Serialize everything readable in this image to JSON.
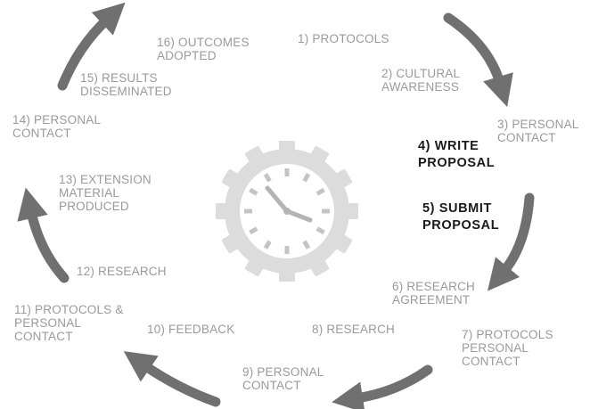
{
  "steps": [
    {
      "id": "s1",
      "lines": [
        "1) PROTOCOLS"
      ]
    },
    {
      "id": "s2",
      "lines": [
        "2) CULTURAL",
        "AWARENESS"
      ]
    },
    {
      "id": "s3",
      "lines": [
        "3) PERSONAL",
        "CONTACT"
      ]
    },
    {
      "id": "s4",
      "lines": [
        "4) WRITE",
        "PROPOSAL"
      ],
      "emphasis": true
    },
    {
      "id": "s5",
      "lines": [
        "5) SUBMIT",
        "PROPOSAL"
      ],
      "emphasis": true
    },
    {
      "id": "s6",
      "lines": [
        "6) RESEARCH",
        "AGREEMENT"
      ]
    },
    {
      "id": "s7",
      "lines": [
        "7) PROTOCOLS",
        "PERSONAL",
        "CONTACT"
      ]
    },
    {
      "id": "s8",
      "lines": [
        "8) RESEARCH"
      ]
    },
    {
      "id": "s9",
      "lines": [
        "9) PERSONAL",
        "CONTACT"
      ]
    },
    {
      "id": "s10",
      "lines": [
        "10) FEEDBACK"
      ]
    },
    {
      "id": "s11",
      "lines": [
        "11) PROTOCOLS &",
        "PERSONAL",
        "CONTACT"
      ]
    },
    {
      "id": "s12",
      "lines": [
        "12) RESEARCH"
      ]
    },
    {
      "id": "s13",
      "lines": [
        "13) EXTENSION",
        "MATERIAL",
        "PRODUCED"
      ]
    },
    {
      "id": "s14",
      "lines": [
        "14) PERSONAL",
        "CONTACT"
      ]
    },
    {
      "id": "s15",
      "lines": [
        "15) RESULTS",
        "DISSEMINATED"
      ]
    },
    {
      "id": "s16",
      "lines": [
        "16) OUTCOMES",
        "ADOPTED"
      ]
    }
  ],
  "colors": {
    "step_text": "#9a9a9a",
    "emphasis_text": "#1a1a1a",
    "arrow": "#707070",
    "clock_body": "#dcdcdc",
    "clock_face": "#ffffff",
    "clock_hands": "#b4b4b4"
  },
  "icons": [
    "clock-gear-icon",
    "cycle-arrow-icon"
  ]
}
